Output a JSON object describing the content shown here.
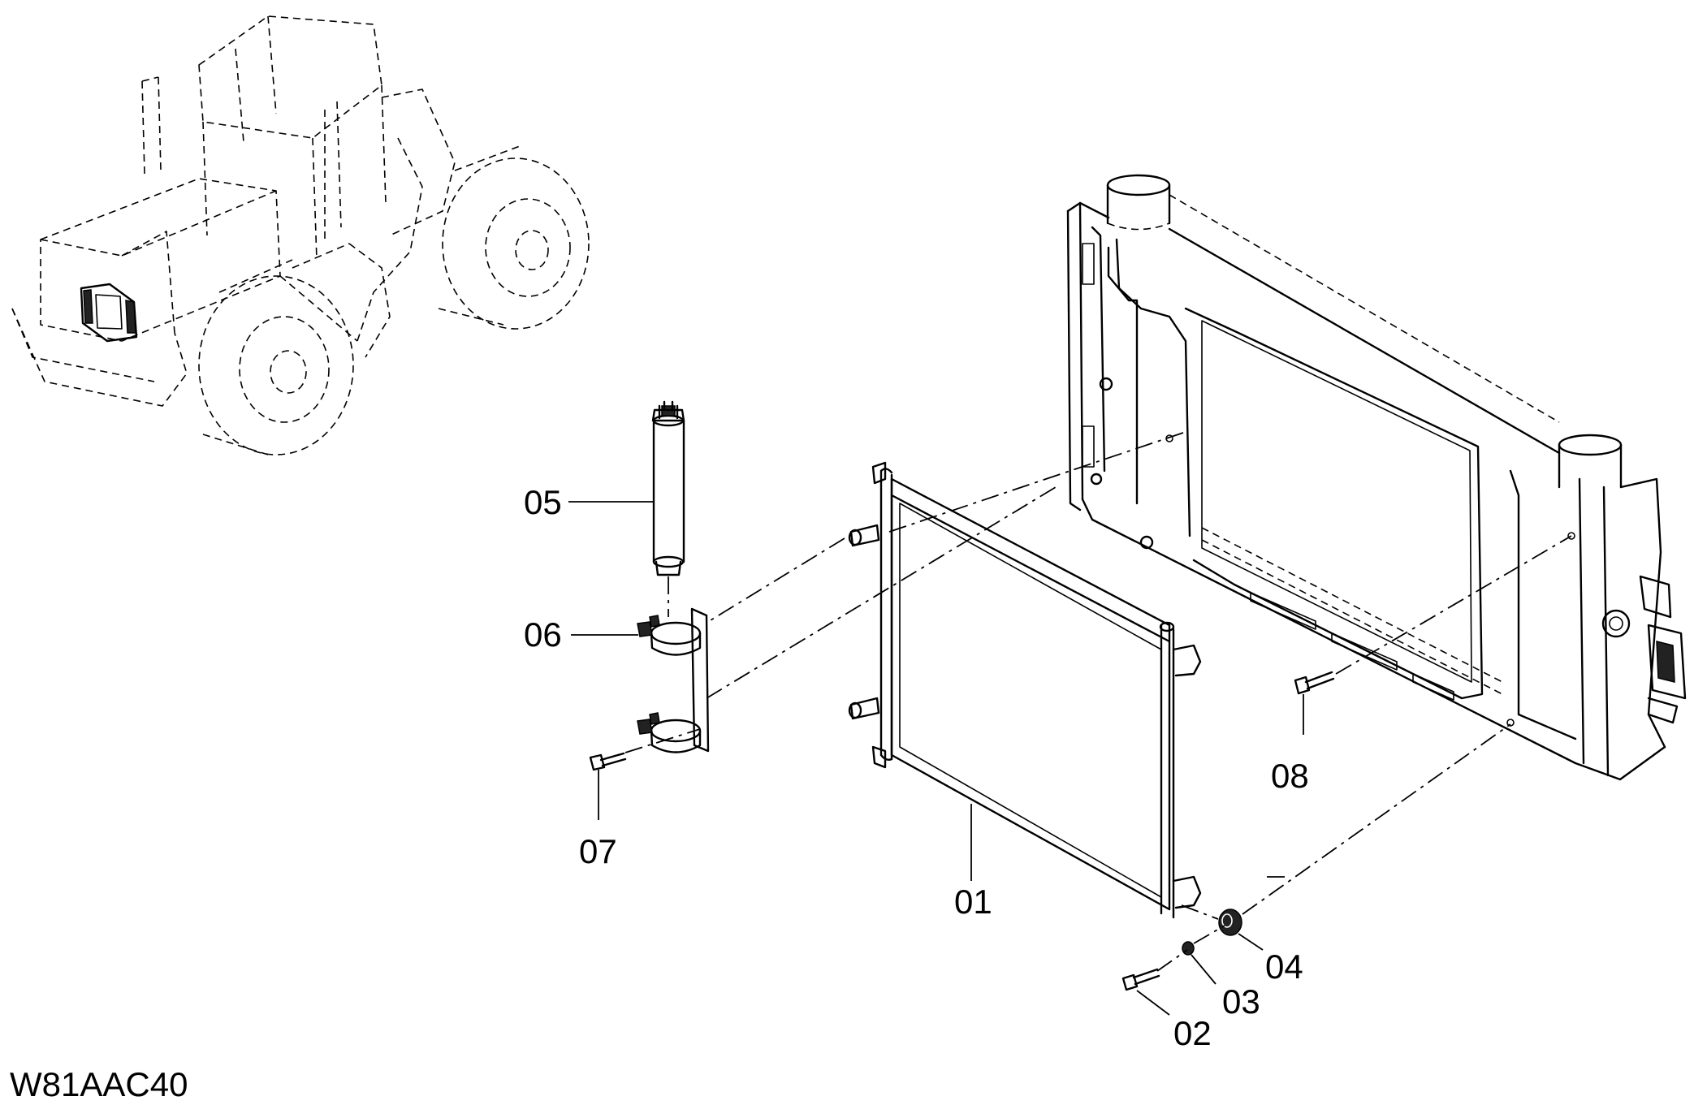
{
  "drawing_code": "W81AAC40",
  "part_labels": {
    "p01": "01",
    "p02": "02",
    "p03": "03",
    "p04": "04",
    "p05": "05",
    "p06": "06",
    "p07": "07",
    "p08": "08"
  }
}
